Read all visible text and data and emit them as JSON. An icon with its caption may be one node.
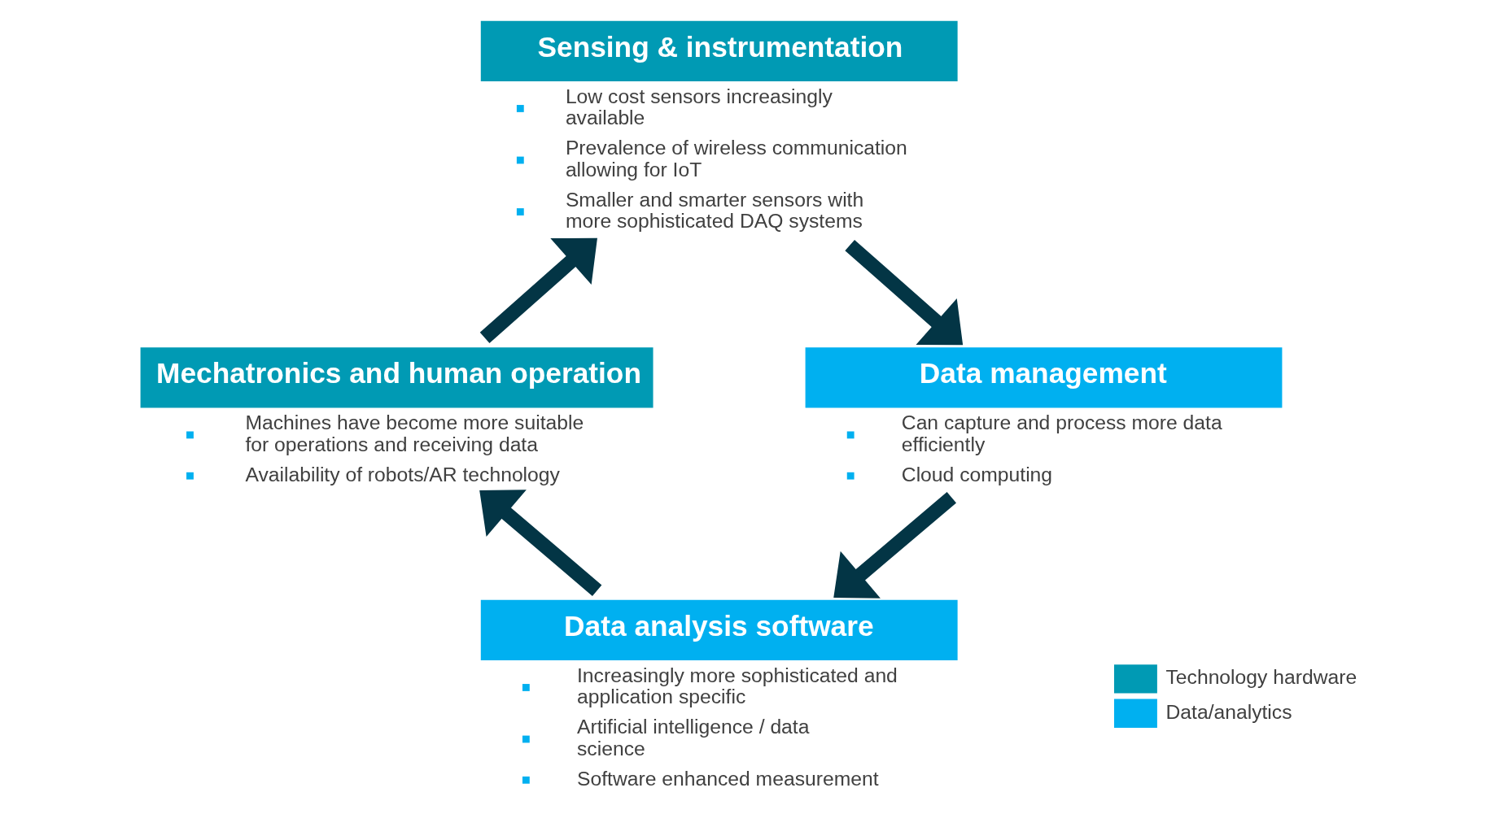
{
  "diagram": {
    "nodes": [
      {
        "text": [
          "Sensing & instrumentation",
          "Low cost sensors increasingly available",
          "Prevalence of wireless communication allowing for IoT",
          "Smaller and smarter sensors with more sophisticated DAQ systems"
        ]
      },
      {
        "text": [
          "Data management",
          "Can capture and process more data efficiently",
          "Cloud computing"
        ]
      },
      {
        "text": [
          "Data analysis software",
          "Increasingly more sophisticated and application specific",
          "Artificial intelligence / data science",
          "Software enhanced measurement"
        ]
      },
      {
        "text": [
          "Mechatronics and human operation",
          "Machines have become more suitable for operations and receiving data",
          "Availability of robots/AR technology"
        ]
      }
    ],
    "edges": [
      {
        "from": 0,
        "to": 1,
        "arrow": "to"
      },
      {
        "from": 1,
        "to": 2,
        "arrow": "to"
      },
      {
        "from": 2,
        "to": 3,
        "arrow": "to"
      },
      {
        "from": 3,
        "to": 0,
        "arrow": "to"
      }
    ],
    "legend": [
      {
        "text": "Technology hardware",
        "color": "#009ab4"
      },
      {
        "text": "Data/analytics",
        "color": "#00b0f0"
      }
    ]
  }
}
